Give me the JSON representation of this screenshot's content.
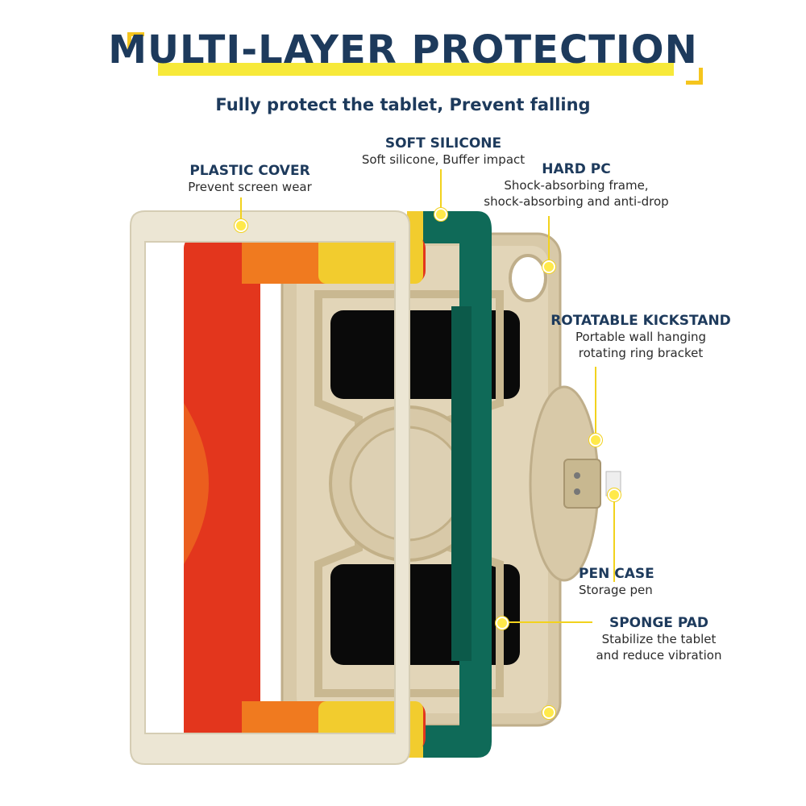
{
  "header": {
    "title": "MULTI-LAYER PROTECTION",
    "subtitle": "Fully protect the tablet, Prevent falling"
  },
  "labels": {
    "plastic_cover": {
      "title": "PLASTIC COVER",
      "desc": "Prevent screen wear"
    },
    "soft_silicone": {
      "title": "SOFT SILICONE",
      "desc": "Soft silicone, Buffer impact"
    },
    "hard_pc": {
      "title": "HARD PC",
      "desc_line1": "Shock-absorbing frame,",
      "desc_line2": "shock-absorbing and anti-drop"
    },
    "kickstand": {
      "title": "ROTATABLE KICKSTAND",
      "desc_line1": "Portable wall hanging",
      "desc_line2": "rotating ring bracket"
    },
    "pen_case": {
      "title": "PEN CASE",
      "desc": "Storage pen"
    },
    "sponge_pad": {
      "title": "SPONGE PAD",
      "desc_line1": "Stabilize the tablet",
      "desc_line2": "and reduce vibration"
    }
  },
  "colors": {
    "title_text": "#1d3a5c",
    "highlight": "#f7e93a",
    "cream": "#ece6d4",
    "beige": "#d8c9a8",
    "red": "#e3361d",
    "orange": "#f07a1f",
    "yellow": "#f2cc2e",
    "green": "#0f6a58",
    "black": "#0a0a0a"
  }
}
